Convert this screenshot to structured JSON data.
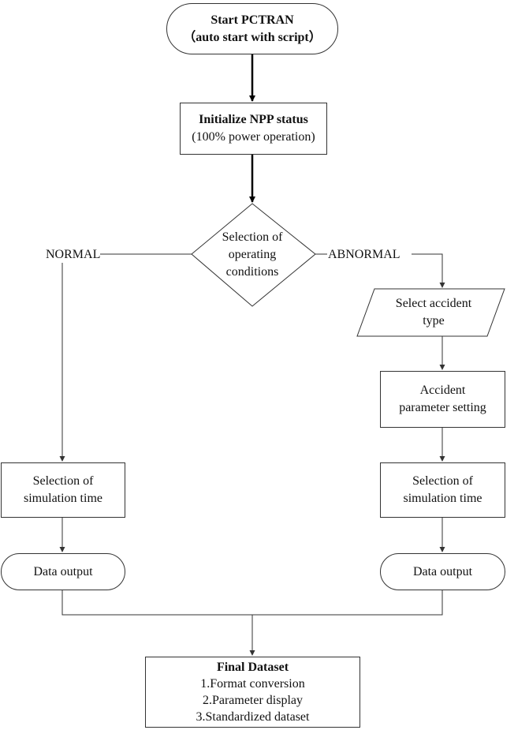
{
  "start": {
    "line1": "Start PCTRAN",
    "line2": "（auto start with script）"
  },
  "init": {
    "line1": "Initialize NPP status",
    "line2": "(100% power operation)"
  },
  "decision": {
    "line1": "Selection of",
    "line2": "operating",
    "line3": "conditions"
  },
  "branch_labels": {
    "normal": "NORMAL",
    "abnormal": "ABNORMAL"
  },
  "select_accident": {
    "line1": "Select accident",
    "line2": "type"
  },
  "accident_param": {
    "line1": "Accident",
    "line2": "parameter setting"
  },
  "left_sim_time": {
    "line1": "Selection of",
    "line2": "simulation time"
  },
  "right_sim_time": {
    "line1": "Selection of",
    "line2": "simulation time"
  },
  "left_output": {
    "label": "Data output"
  },
  "right_output": {
    "label": "Data output"
  },
  "final": {
    "title": "Final Dataset",
    "items": [
      "1.Format conversion",
      "2.Parameter display",
      "3.Standardized dataset"
    ]
  }
}
